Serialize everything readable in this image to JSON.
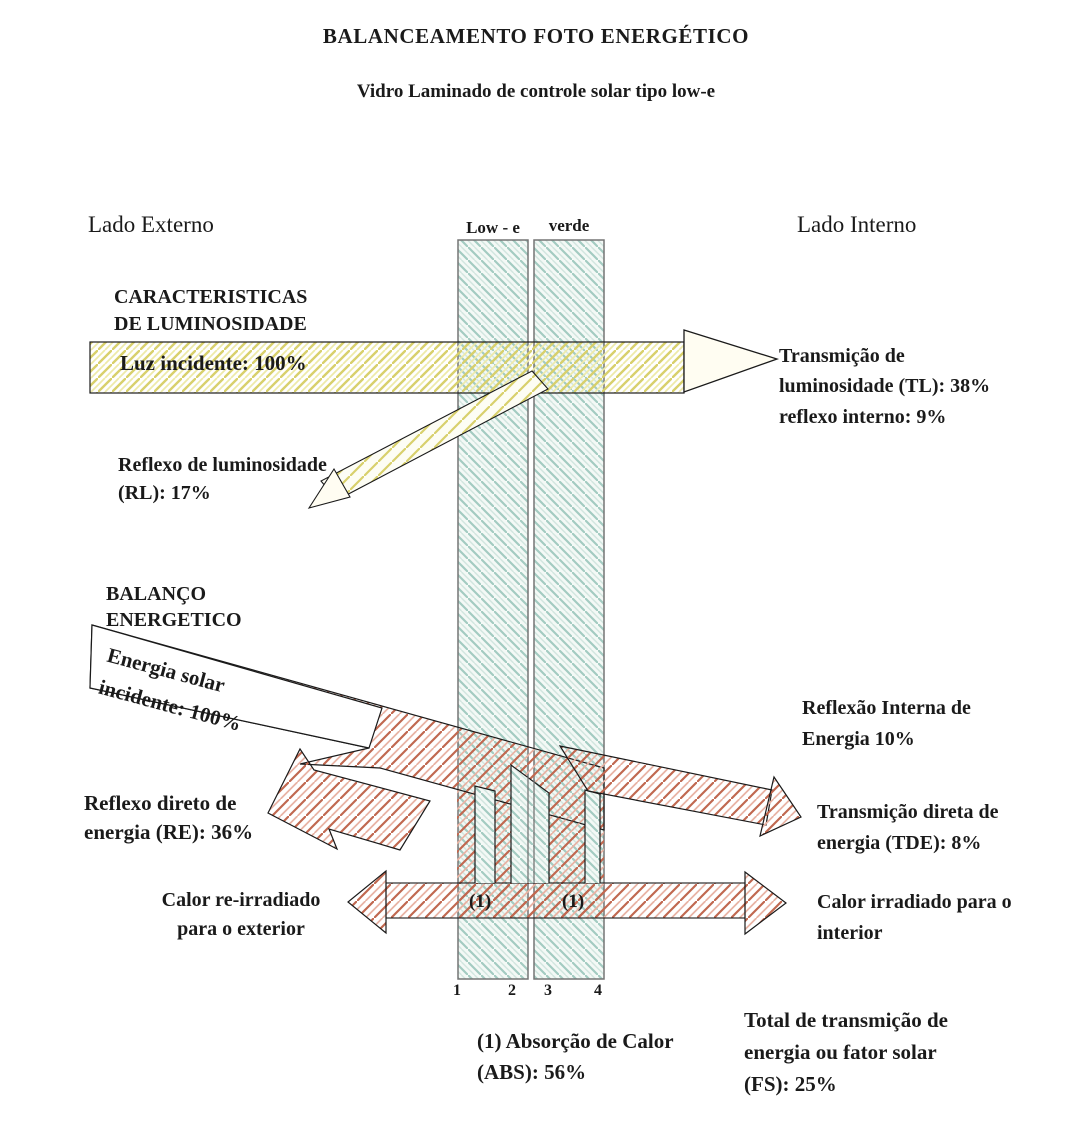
{
  "title": "BALANCEAMENTO FOTO ENERGÉTICO",
  "subtitle": "Vidro Laminado de controle solar tipo low-e",
  "sides": {
    "external": "Lado Externo",
    "internal": "Lado Interno"
  },
  "glass": {
    "pane1_label": "Low - e",
    "pane2_label": "verde",
    "surface_ticks": [
      "1",
      "2",
      "3",
      "4"
    ]
  },
  "luminosity": {
    "heading_line1": "CARACTERISTICAS",
    "heading_line2": "DE LUMINOSIDADE",
    "incident": "Luz incidente: 100%",
    "transmission_line1": "Transmição de",
    "transmission_line2": "luminosidade (TL): 38%",
    "internal_reflection": "reflexo interno: 9%",
    "reflection_line1": "Reflexo de luminosidade",
    "reflection_line2": "(RL): 17%"
  },
  "energy": {
    "heading_line1": "BALANÇO",
    "heading_line2": "ENERGETICO",
    "incident_line1": "Energia solar",
    "incident_line2": "incidente: 100%",
    "internal_reflection_line1": "Reflexão Interna de",
    "internal_reflection_line2": "Energia 10%",
    "direct_reflection_line1": "Reflexo direto de",
    "direct_reflection_line2": "energia (RE): 36%",
    "direct_transmission_line1": "Transmição direta de",
    "direct_transmission_line2": "energia (TDE): 8%",
    "heat_out_line1": "Calor re-irradiado",
    "heat_out_line2": "para o exterior",
    "heat_in_line1": "Calor irradiado para o",
    "heat_in_line2": "interior",
    "absorption_marker": "(1)",
    "absorption_line1": "(1) Absorção de Calor",
    "absorption_line2": "(ABS): 56%",
    "solar_factor_line1": "Total de transmição de",
    "solar_factor_line2": "energia ou fator solar",
    "solar_factor_line3": "(FS): 25%"
  },
  "colors": {
    "glass_hatch": "#a3cbc1",
    "glass_hatch2": "#d4e7e1",
    "glass_fill": "#f4f9f6",
    "light_hatch": "#d8d06c",
    "light_hatch2": "#eeeaa9",
    "energy_hatch": "#c06850",
    "energy_hatch2": "#e8b3a4",
    "ink": "#1a1a1a",
    "pane_border": "#757575"
  }
}
